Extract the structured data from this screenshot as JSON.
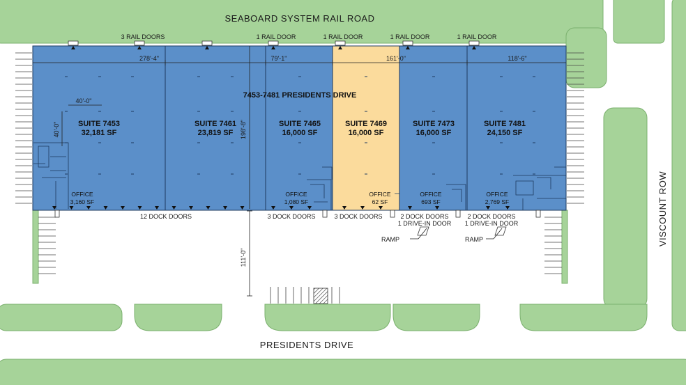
{
  "labels": {
    "rail_road": "SEABOARD SYSTEM RAIL ROAD",
    "presidents_drive": "PRESIDENTS DRIVE",
    "viscount_row": "VISCOUNT ROW",
    "building": "7453-7481 PRESIDENTS DRIVE"
  },
  "rail_doors": [
    "3 RAIL DOORS",
    "1 RAIL DOOR",
    "1 RAIL DOOR",
    "1 RAIL DOOR",
    "1 RAIL DOOR"
  ],
  "dimensions": {
    "d1": "278'-4\"",
    "d2": "79'-1\"",
    "d3": "161'-0\"",
    "d4": "118'-6\"",
    "d5": "40'-0\"",
    "d6": "40'-0\"",
    "d7": "198'-8\"",
    "d8": "111'-0\""
  },
  "suites": [
    {
      "name": "SUITE 7453",
      "area": "32,181 SF",
      "office_label": "OFFICE",
      "office_area": "3,160 SF",
      "color": "#5b8fc9"
    },
    {
      "name": "SUITE 7461",
      "area": "23,819 SF",
      "office_label": "",
      "office_area": "",
      "color": "#5b8fc9"
    },
    {
      "name": "SUITE 7465",
      "area": "16,000 SF",
      "office_label": "OFFICE",
      "office_area": "1,080 SF",
      "color": "#5b8fc9"
    },
    {
      "name": "SUITE 7469",
      "area": "16,000 SF",
      "office_label": "OFFICE",
      "office_area": "62 SF",
      "color": "#fbdb9c"
    },
    {
      "name": "SUITE 7473",
      "area": "16,000 SF",
      "office_label": "OFFICE",
      "office_area": "693 SF",
      "color": "#5b8fc9"
    },
    {
      "name": "SUITE 7481",
      "area": "24,150 SF",
      "office_label": "OFFICE",
      "office_area": "2,769 SF",
      "color": "#5b8fc9"
    }
  ],
  "dock_labels": {
    "l1": "12 DOCK DOORS",
    "l2": "3 DOCK DOORS",
    "l3": "3 DOCK DOORS",
    "l4a": "2 DOCK DOORS",
    "l4b": "1 DRIVE-IN DOOR",
    "l5a": "2 DOCK DOORS",
    "l5b": "1 DRIVE-IN DOOR",
    "ramp1": "RAMP",
    "ramp2": "RAMP"
  },
  "colors": {
    "grass": "#a6d399",
    "grass_edge": "#7bb06e",
    "suite_blue": "#5b8fc9",
    "suite_highlight": "#fbdb9c"
  }
}
